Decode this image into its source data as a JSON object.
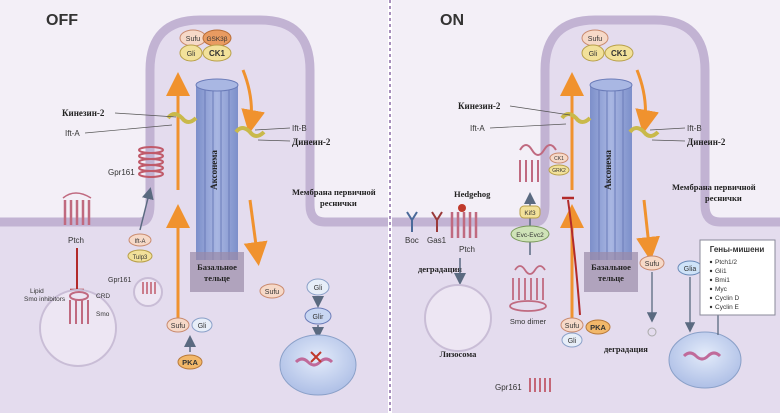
{
  "panels": {
    "off": {
      "title": "OFF",
      "labels": {
        "sufu_top": "Sufu",
        "gsk3b": "GSK3β",
        "gli_top": "Gli",
        "ck1": "CK1",
        "kinesin": "Кинезин-2",
        "ift_a": "Ift-A",
        "ift_b": "Ift-B",
        "dynein": "Динеин-2",
        "gpr161_mem": "Gpr161",
        "axoneme": "Аксонема",
        "membrane_1": "Мембрана первичной",
        "membrane_2": "реснички",
        "ptch": "Ptch",
        "ift_a_small": "Ift-A",
        "tulp3": "Tulp3",
        "gpr161_vesicle": "Gpr161",
        "lipid_1": "Lipid",
        "lipid_2": "Smo inhibitors",
        "crd": "CRD",
        "smo": "Smo",
        "basal_1": "Базальное",
        "basal_2": "тельце",
        "sufu_right": "Sufu",
        "gli_right": "Gli",
        "glir": "Glir",
        "sufu_bottom": "Sufu",
        "gli_bottom": "Gli",
        "pka": "PKA"
      }
    },
    "on": {
      "title": "ON",
      "labels": {
        "sufu_top": "Sufu",
        "gli_top": "Gli",
        "ck1": "CK1",
        "kinesin": "Кинезин-2",
        "ift_a": "Ift-A",
        "ift_b": "Ift-B",
        "dynein": "Динеин-2",
        "ck1_small": "CK1",
        "grk2": "GRK2",
        "axoneme": "Аксонема",
        "membrane_1": "Мембрана первичной",
        "membrane_2": "реснички",
        "hedgehog": "Hedgehog",
        "boc": "Boc",
        "gas1": "Gas1",
        "ptch": "Ptch",
        "degradation_left": "деградация",
        "kif3": "Kif3",
        "evc": "Evc-Evc2",
        "lysosome": "Лизосома",
        "smo_dimer": "Smo dimer",
        "basal_1": "Базальное",
        "basal_2": "тельце",
        "sufu_right": "Sufu",
        "gli_a": "Glia",
        "sufu_bottom": "Sufu",
        "gli_bottom": "Gli",
        "pka": "PKA",
        "degradation_bottom": "деградация",
        "gpr161": "Gpr161",
        "targets_title": "Гены-мишени",
        "targets": [
          "Ptch1/2",
          "Gli1",
          "Bmi1",
          "Myc",
          "Cyclin D",
          "Cyclin E"
        ]
      }
    }
  },
  "colors": {
    "membrane": "#c9bdd6",
    "cytoplasm": "#e6dfef",
    "cilium_fill": "#e9e1f1",
    "axoneme": "#8f9fd2",
    "arrow": "#f0922e",
    "inhibit": "#b22a2a",
    "divider": "#8a6aa6",
    "nucleus": "#c8d6f2",
    "receptor": "#c06a80"
  }
}
